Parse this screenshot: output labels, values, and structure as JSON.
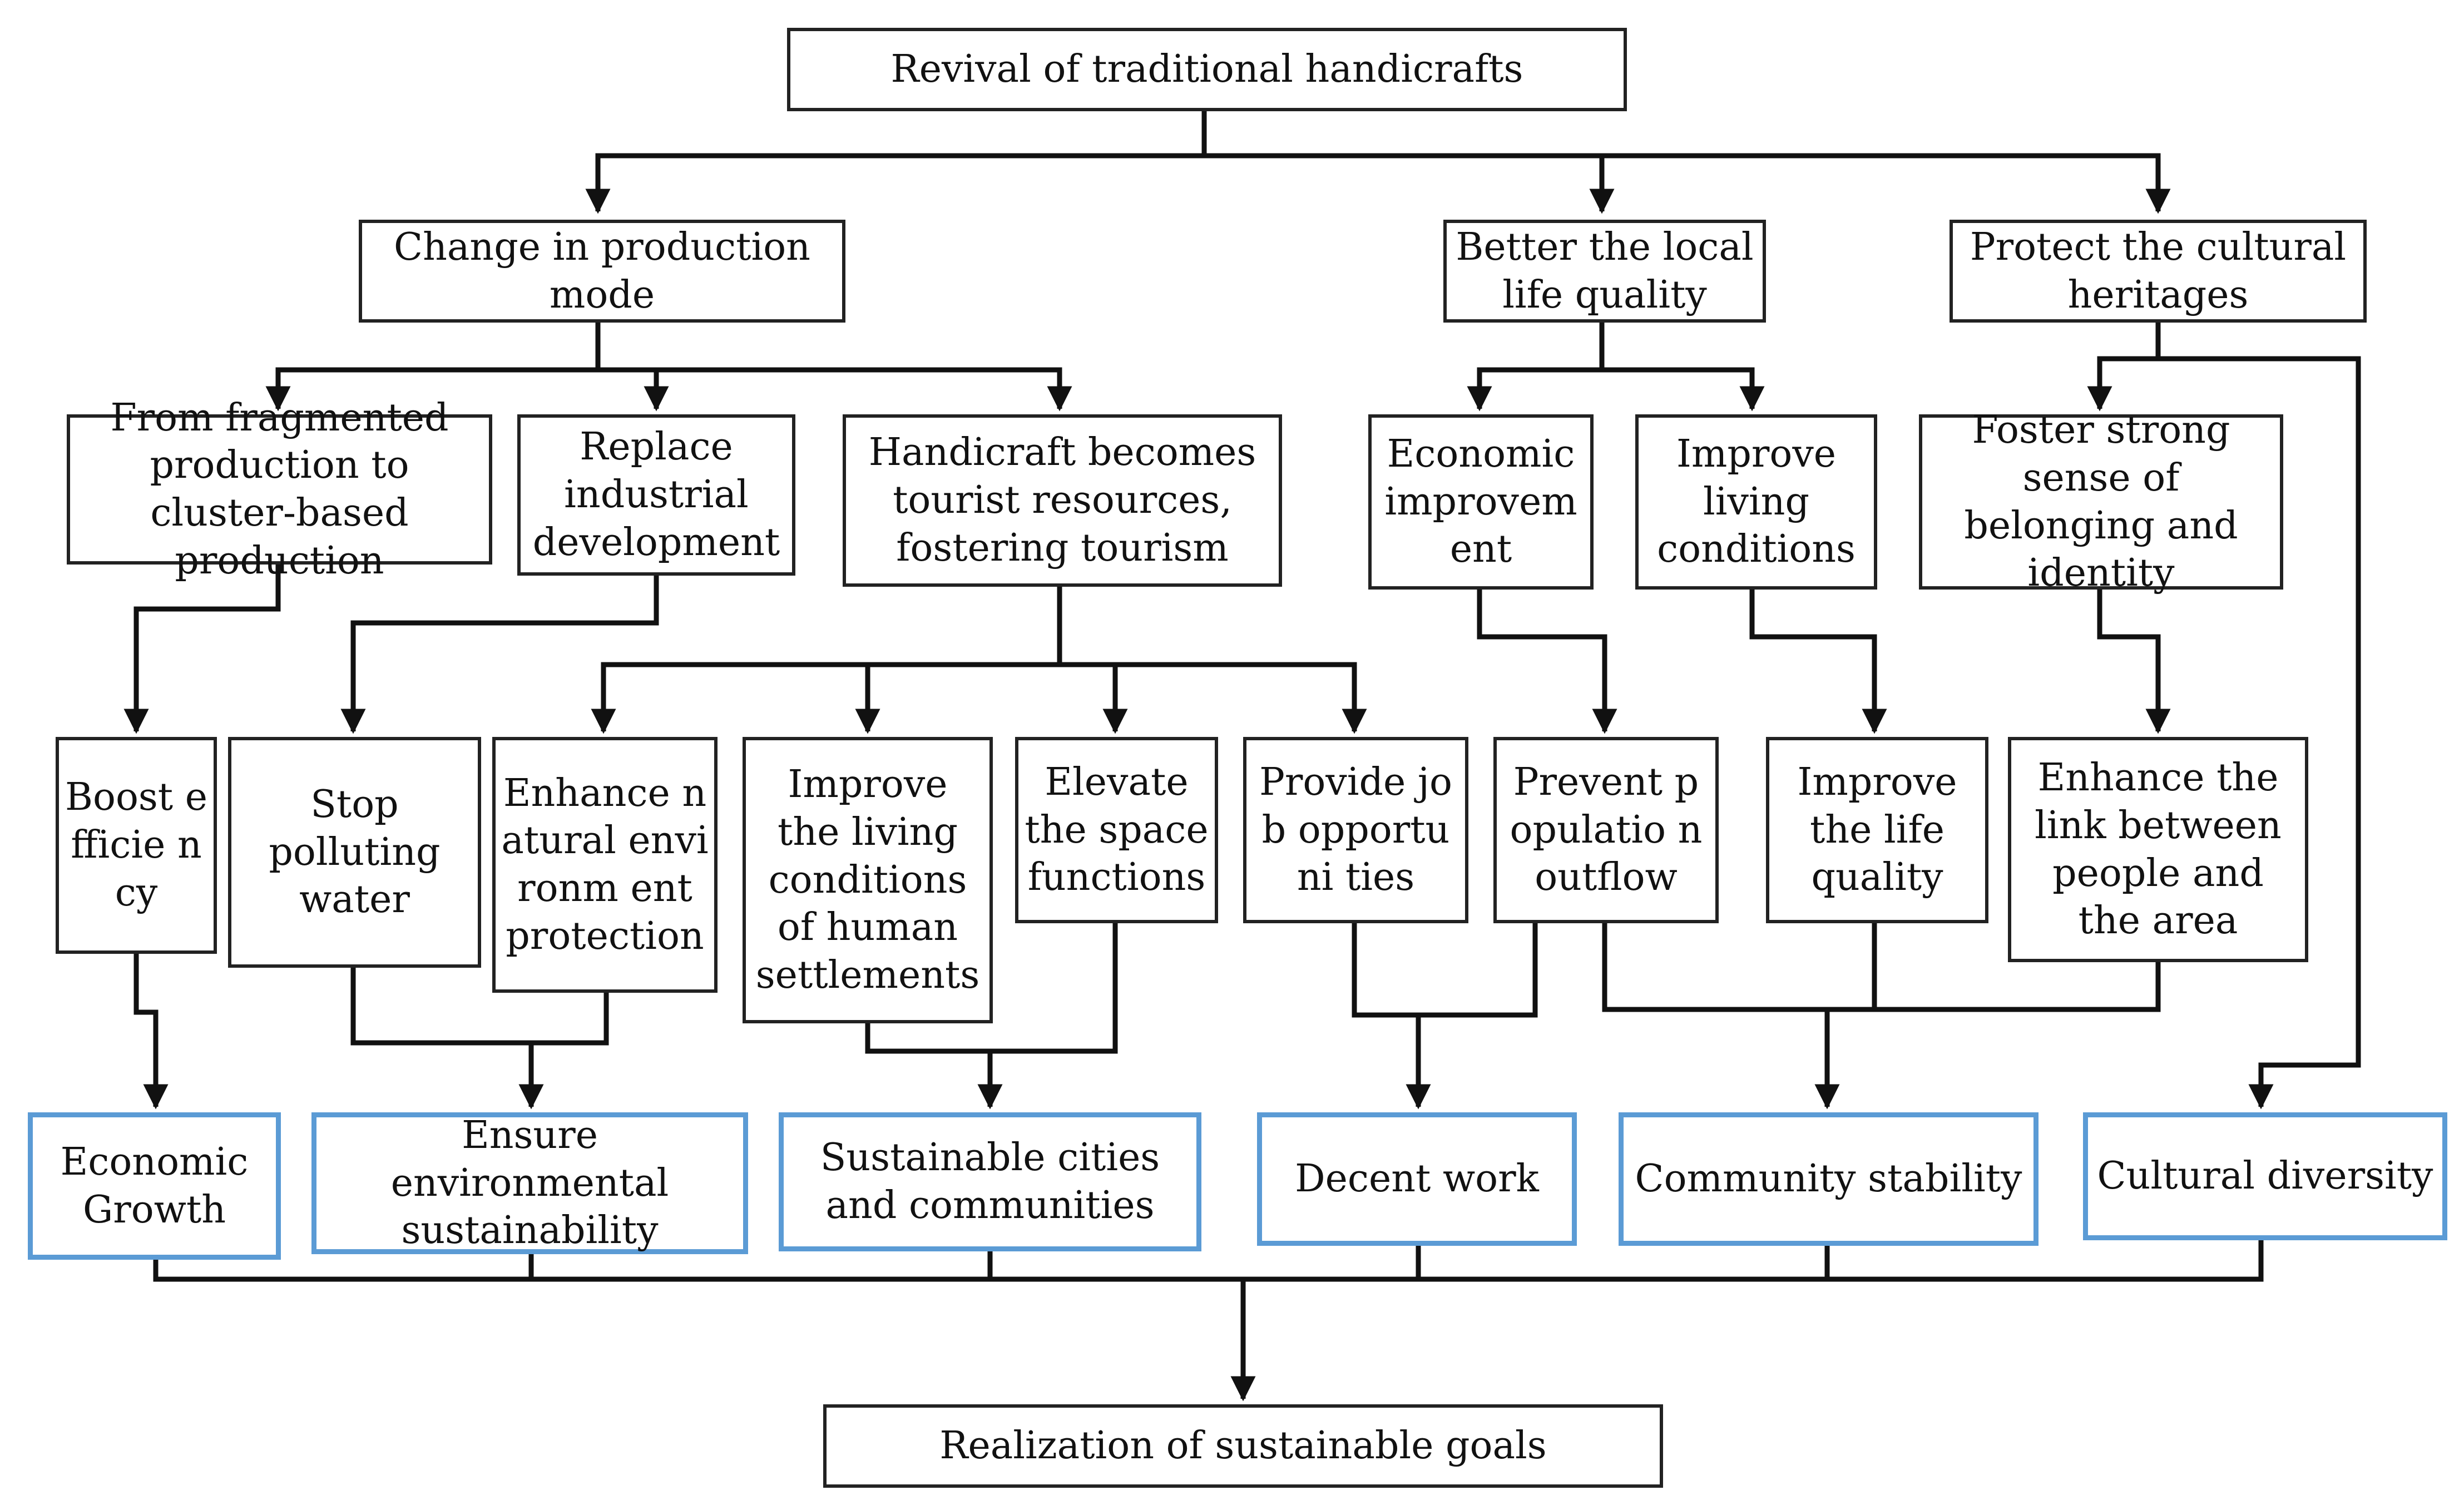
{
  "title": "Revival of traditional handicrafts",
  "level1": {
    "production": "Change in production mode",
    "life_quality": "Better the local life quality",
    "heritage": "Protect the cultural heritages"
  },
  "level2": {
    "cluster": "From fragmented production to cluster-based production",
    "replace": "Replace industrial development",
    "tourism": "Handicraft becomes tourist resources, fostering tourism",
    "economic": "Economic improvem ent",
    "living": "Improve living conditions",
    "belonging": "Foster strong sense of belonging and identity"
  },
  "level3": {
    "boost": "Boost efficie ncy",
    "stop_water": "Stop polluting water",
    "natural_env": "Enhance natural environm ent protection",
    "human_settlements": "Improve the living conditions of human settlements",
    "space_functions": "Elevate the space functions",
    "jobs": "Provide job opportuni ties",
    "outflow": "Prevent populatio n outflow",
    "life_quality": "Improve the life quality",
    "link": "Enhance the link between people and the area"
  },
  "goals": {
    "economic_growth": "Economic Growth",
    "environment": "Ensure environmental sustainability",
    "cities": "Sustainable cities and communities",
    "decent_work": "Decent work",
    "community": "Community stability",
    "cultural": "Cultural diversity"
  },
  "final": "Realization of sustainable goals",
  "colors": {
    "line": "#111111",
    "box_border": "#222222",
    "goal_border": "#5b9bd5"
  }
}
